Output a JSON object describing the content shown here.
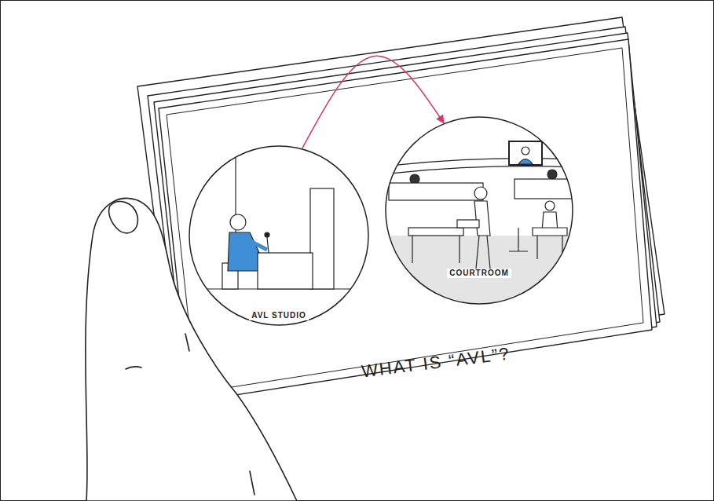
{
  "diagram": {
    "title": "WHAT IS “AVL”?",
    "nodes": [
      {
        "text": [
          "AVL STUDIO"
        ]
      },
      {
        "text": [
          "COURTROOM"
        ]
      }
    ],
    "edges": [
      {
        "from": 0,
        "to": 1,
        "arrow": "to"
      }
    ]
  }
}
